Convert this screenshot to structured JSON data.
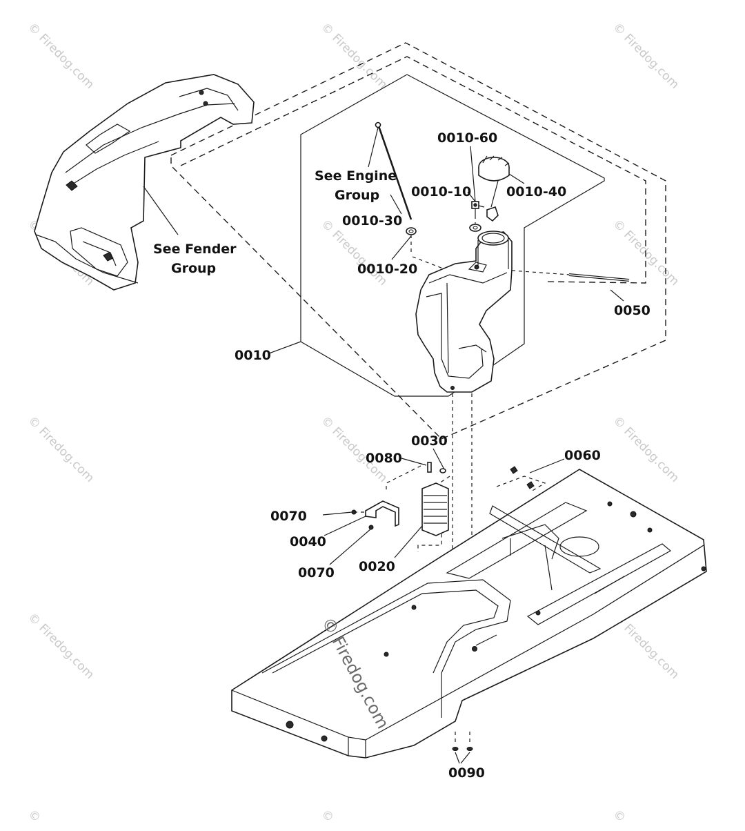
{
  "watermark": {
    "text": "Firedog.com",
    "symbol": "©"
  },
  "callouts": {
    "see_engine_line1": "See Engine",
    "see_engine_line2": "Group",
    "see_fender_line1": "See Fender",
    "see_fender_line2": "Group",
    "p0010_60": "0010-60",
    "p0010_40": "0010-40",
    "p0010_10": "0010-10",
    "p0010_30": "0010-30",
    "p0010_20": "0010-20",
    "p0050": "0050",
    "p0010": "0010",
    "p0030": "0030",
    "p0080": "0080",
    "p0060": "0060",
    "p0070_a": "0070",
    "p0040": "0040",
    "p0070_b": "0070",
    "p0020": "0020",
    "p0090": "0090"
  },
  "colors": {
    "line": "#1a1a1a",
    "watermark": "#c9c9c9",
    "background": "#ffffff"
  }
}
